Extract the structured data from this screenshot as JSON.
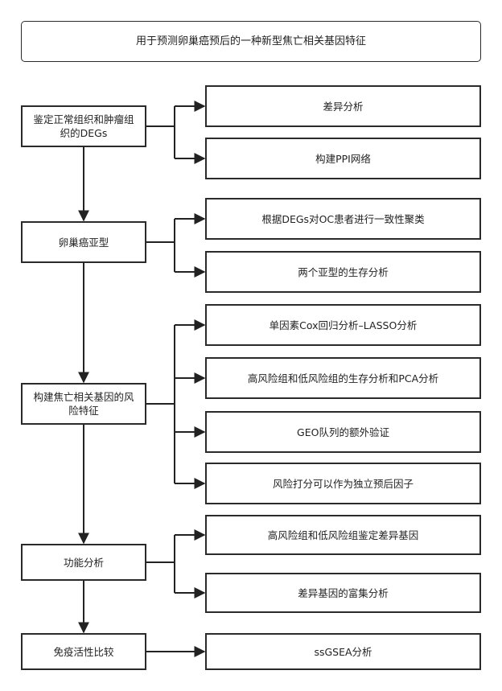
{
  "title": "用于预测卵巢癌预后的一种新型焦亡相关基因特征",
  "steps": [
    {
      "label": "鉴定正常组织和肿瘤组织的DEGs",
      "details": [
        "差异分析",
        "构建PPI网络"
      ]
    },
    {
      "label": "卵巢癌亚型",
      "details": [
        "根据DEGs对OC患者进行一致性聚类",
        "两个亚型的生存分析"
      ]
    },
    {
      "label": "构建焦亡相关基因的风险特征",
      "details": [
        "单因素Cox回归分析–LASSO分析",
        "高风险组和低风险组的生存分析和PCA分析",
        "GEO队列的额外验证",
        "风险打分可以作为独立预后因子"
      ]
    },
    {
      "label": "功能分析",
      "details": [
        "高风险组和低风险组鉴定差异基因",
        "差异基因的富集分析"
      ]
    },
    {
      "label": "免疫活性比较",
      "details": [
        "ssGSEA分析"
      ]
    }
  ]
}
